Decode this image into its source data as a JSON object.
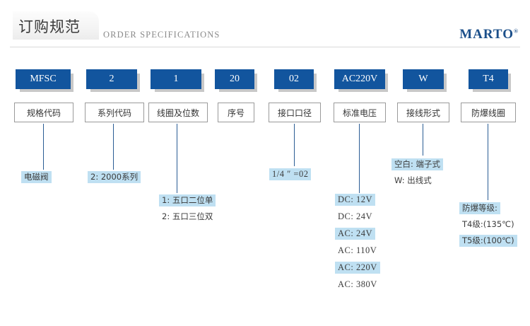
{
  "header": {
    "title_cn": "订购规范",
    "title_en": "ORDER SPECIFICATIONS",
    "brand": "MARTO",
    "brand_mark": "®"
  },
  "colors": {
    "code_box_blue": "#12559e",
    "brand_blue": "#1b4f8a",
    "highlight": "#bfe0f2",
    "connector": "#2a5c94",
    "shadow": "#c8c8c8"
  },
  "columns": [
    {
      "code": "MFSC",
      "label": "规格代码",
      "details": [
        {
          "text": "电磁阀",
          "highlight": true
        }
      ]
    },
    {
      "code": "2",
      "label": "系列代码",
      "details": [
        {
          "text": "2: 2000系列",
          "highlight": true
        }
      ]
    },
    {
      "code": "1",
      "label": "线圈及位数",
      "details": [
        {
          "text": "1: 五口二位单",
          "highlight": true
        },
        {
          "text": "2: 五口三位双",
          "highlight": false
        }
      ]
    },
    {
      "code": "20",
      "label": "序号",
      "details": []
    },
    {
      "code": "02",
      "label": "接口口径",
      "details": [
        {
          "text": "1/4 ″ =02",
          "highlight": true
        }
      ]
    },
    {
      "code": "AC220V",
      "label": "标准电压",
      "details": [
        {
          "text": "DC: 12V",
          "highlight": true
        },
        {
          "text": "DC: 24V",
          "highlight": false
        },
        {
          "text": "AC: 24V",
          "highlight": true
        },
        {
          "text": "AC: 110V",
          "highlight": false
        },
        {
          "text": "AC: 220V",
          "highlight": true
        },
        {
          "text": "AC: 380V",
          "highlight": false
        }
      ]
    },
    {
      "code": "W",
      "label": "接线形式",
      "details": [
        {
          "text": "空白: 端子式",
          "highlight": true
        },
        {
          "text": "W: 出线式",
          "highlight": false
        }
      ]
    },
    {
      "code": "T4",
      "label": "防爆线圈",
      "details": [
        {
          "text": "防爆等级:",
          "highlight": true
        },
        {
          "text": "T4级:(135℃)",
          "highlight": false
        },
        {
          "text": "T5级:(100℃)",
          "highlight": true
        }
      ]
    }
  ]
}
